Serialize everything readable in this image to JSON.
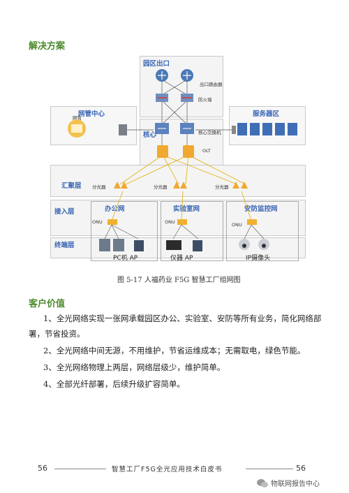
{
  "section_solution": "解决方案",
  "diagram": {
    "park_exit": "园区出口",
    "exit_router": "出口路由器",
    "firewall": "防火墙",
    "network_center": "网管中心",
    "nms": "网管",
    "server_zone": "服务器区",
    "core": "核心",
    "core_switch": "核心交换机",
    "olt": "OLT",
    "aggregation": "汇聚层",
    "splitter": "分光器",
    "access": "接入层",
    "terminal": "终端层",
    "office_net": "办公网",
    "lab_net": "实验室网",
    "security_net": "安防监控网",
    "onu": "ONU",
    "pc_ap": "PC机  AP",
    "instrument_ap": "仪器  AP",
    "ip_camera": "IP摄像头"
  },
  "figure_caption": "图 5-17   人福药业 F5G 智慧工厂组网图",
  "section_value": "客户价值",
  "values": [
    "1、全光网络实现一张网承载园区办公、实验室、安防等所有业务，简化网络部",
    "署，节省投资。",
    "2、全光网络中间无源，不用维护，节省运维成本；无需取电，绿色节能。",
    "3、全光网络物理上两层，网络层级少，维护简单。",
    "4、全部光纤部署，后续升级扩容简单。"
  ],
  "footer": {
    "page_left": "56",
    "title": "智慧工厂F5G全光应用技术白皮书",
    "page_right": "56",
    "watermark": "物联网报告中心"
  }
}
